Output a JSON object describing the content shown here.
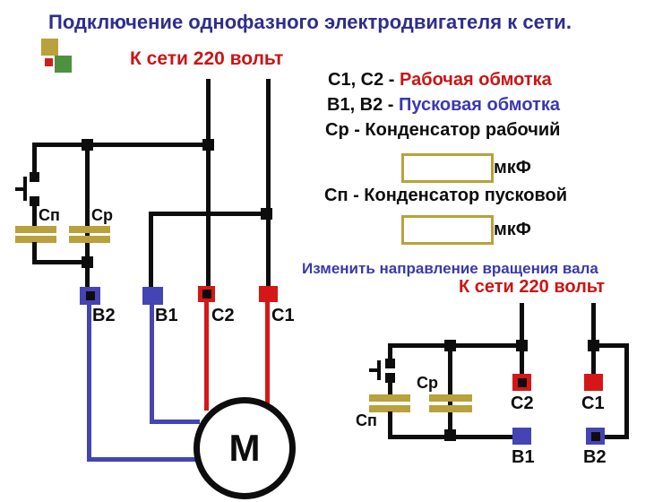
{
  "title": "Подключение однофазного электродвигателя к сети.",
  "colors": {
    "navy": "#2e2e8c",
    "red": "#cc1414",
    "blue": "#3939b0",
    "black": "#0d0d0d",
    "wire_blue": "#4444b4",
    "wire_red": "#d51717",
    "olive": "#b9a13b",
    "green": "#4e9140",
    "logo_red": "#cc2020"
  },
  "mains_top": {
    "label": "К сети 220 вольт"
  },
  "legend": {
    "line1_prefix": "С1, С2 - ",
    "line1_value": "Рабочая обмотка",
    "line2_prefix": "В1, В2 - ",
    "line2_value": "Пусковая обмотка",
    "line3": "Ср - Конденсатор рабочий",
    "line4": "Сп - Конденсатор пусковой",
    "unit1": "мкФ",
    "unit2": "мкФ",
    "box1_value": "",
    "box2_value": ""
  },
  "note_blue": "Изменить направление вращения вала",
  "mains_bottom": {
    "label": "К сети 220 вольт"
  },
  "main_circuit": {
    "cap_start_label": "Сп",
    "cap_run_label": "Ср",
    "motor_label": "М",
    "terminals": [
      {
        "label": "В2"
      },
      {
        "label": "В1"
      },
      {
        "label": "С2"
      },
      {
        "label": "С1"
      }
    ]
  },
  "alt_circuit": {
    "cap_start_label": "Сп",
    "cap_run_label": "Ср",
    "terminals": [
      {
        "label": "С2"
      },
      {
        "label": "С1"
      },
      {
        "label": "В1"
      },
      {
        "label": "В2"
      }
    ]
  }
}
